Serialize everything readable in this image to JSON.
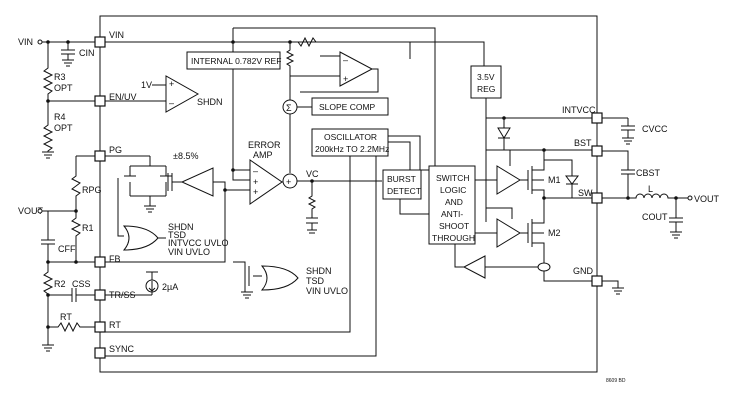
{
  "pins": {
    "vin": "VIN",
    "en_uv": "EN/UV",
    "pg": "PG",
    "fb": "FB",
    "tr_ss": "TR/SS",
    "rt": "RT",
    "sync": "SYNC",
    "intvcc": "INTVCC",
    "bst": "BST",
    "sw": "SW",
    "gnd": "GND"
  },
  "blocks": {
    "ref": "INTERNAL 0.782V REF",
    "reg_line1": "3.5V",
    "reg_line2": "REG",
    "slope": "SLOPE COMP",
    "osc_line1": "OSCILLATOR",
    "osc_line2": "200kHz TO 2.2MHz",
    "burst_line1": "BURST",
    "burst_line2": "DETECT",
    "switch_line1": "SWITCH",
    "switch_line2": "LOGIC",
    "switch_line3": "AND",
    "switch_line4": "ANTI-",
    "switch_line5": "SHOOT",
    "switch_line6": "THROUGH"
  },
  "labels": {
    "vin_ext": "VIN",
    "cin": "CIN",
    "r3": "R3",
    "opt1": "OPT",
    "r4": "R4",
    "opt2": "OPT",
    "v1": "1V",
    "shdn": "SHDN",
    "pct": "±8.5%",
    "error_amp_1": "ERROR",
    "error_amp_2": "AMP",
    "vc": "VC",
    "vout_left": "VOUT",
    "rpg": "RPG",
    "r1": "R1",
    "cff": "CFF",
    "r2": "R2",
    "css": "CSS",
    "rt_res": "RT",
    "shdn2": "SHDN",
    "tsd": "TSD",
    "intvcc_uvlo": "INTVCC UVLO",
    "vin_uvlo": "VIN UVLO",
    "i2ua": "2µA",
    "shdn3": "SHDN",
    "tsd3": "TSD",
    "vin_uvlo3": "VIN UVLO",
    "m1": "M1",
    "m2": "M2",
    "cvcc": "CVCC",
    "cbst": "CBST",
    "l": "L",
    "vout_right": "VOUT",
    "cout": "COUT",
    "sigma": "Σ",
    "plus": "+",
    "minus": "–",
    "fig_code": "8609 BD"
  }
}
